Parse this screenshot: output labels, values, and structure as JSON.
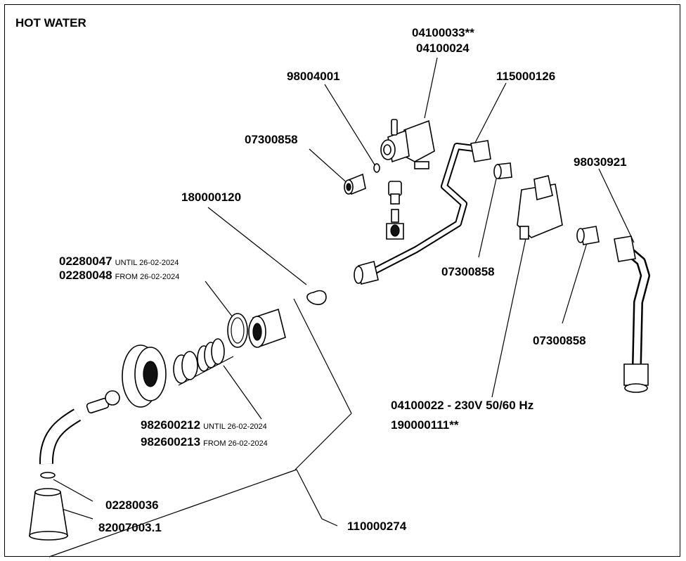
{
  "title": "HOT WATER",
  "parts": {
    "p04100033": "04100033**",
    "p04100024": "04100024",
    "p98004001": "98004001",
    "p115000126": "115000126",
    "p07300858_a": "07300858",
    "p98030921": "98030921",
    "p180000120": "180000120",
    "p02280047": "02280047",
    "p02280047_note": "UNTIL 26-02-2024",
    "p02280048": "02280048",
    "p02280048_note": "FROM 26-02-2024",
    "p07300858_b": "07300858",
    "p07300858_c": "07300858",
    "p04100022": "04100022 - 230V 50/60 Hz",
    "p190000111": "190000111**",
    "p982600212": "982600212",
    "p982600212_note": "UNTIL 26-02-2024",
    "p982600213": "982600213",
    "p982600213_note": "FROM 26-02-2024",
    "p02280036": "02280036",
    "p82007003": "82007003.1",
    "p110000274": "110000274"
  }
}
